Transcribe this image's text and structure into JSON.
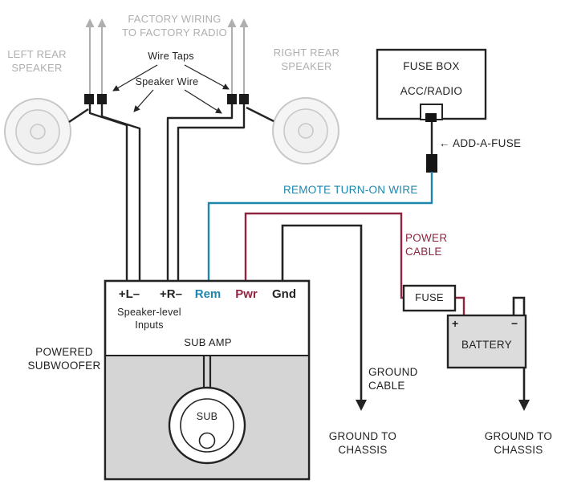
{
  "colors": {
    "factory_gray": "#b1aeae",
    "wire_black": "#232323",
    "remote_teal": "#1d86ad",
    "power_maroon": "#8e2440",
    "amp_body_gray": "#d5d5d5",
    "battery_gray": "#dcdcdc"
  },
  "factory": {
    "wiring_label": [
      "FACTORY WIRING",
      "TO FACTORY RADIO"
    ],
    "left_speaker": [
      "LEFT REAR",
      "SPEAKER"
    ],
    "right_speaker": [
      "RIGHT REAR",
      "SPEAKER"
    ],
    "wire_taps": "Wire Taps",
    "speaker_wire": "Speaker Wire"
  },
  "fuse_box": {
    "title": "FUSE BOX",
    "slot": "ACC/RADIO",
    "add_a_fuse": "← ADD-A-FUSE"
  },
  "cables": {
    "remote": "REMOTE TURN-ON WIRE",
    "power": [
      "POWER",
      "CABLE"
    ],
    "ground": [
      "GROUND",
      "CABLE"
    ]
  },
  "fuse": "FUSE",
  "battery": {
    "label": "BATTERY",
    "plus": "+",
    "minus": "−"
  },
  "ground_left": [
    "GROUND TO",
    "CHASSIS"
  ],
  "ground_right": [
    "GROUND TO",
    "CHASSIS"
  ],
  "amp": {
    "name": [
      "POWERED",
      "SUBWOOFER"
    ],
    "terminals": [
      "+L–",
      "+R–",
      "Rem",
      "Pwr",
      "Gnd"
    ],
    "inputs": [
      "Speaker-level",
      "Inputs"
    ],
    "amp_label": "SUB AMP",
    "sub_label": "SUB"
  }
}
